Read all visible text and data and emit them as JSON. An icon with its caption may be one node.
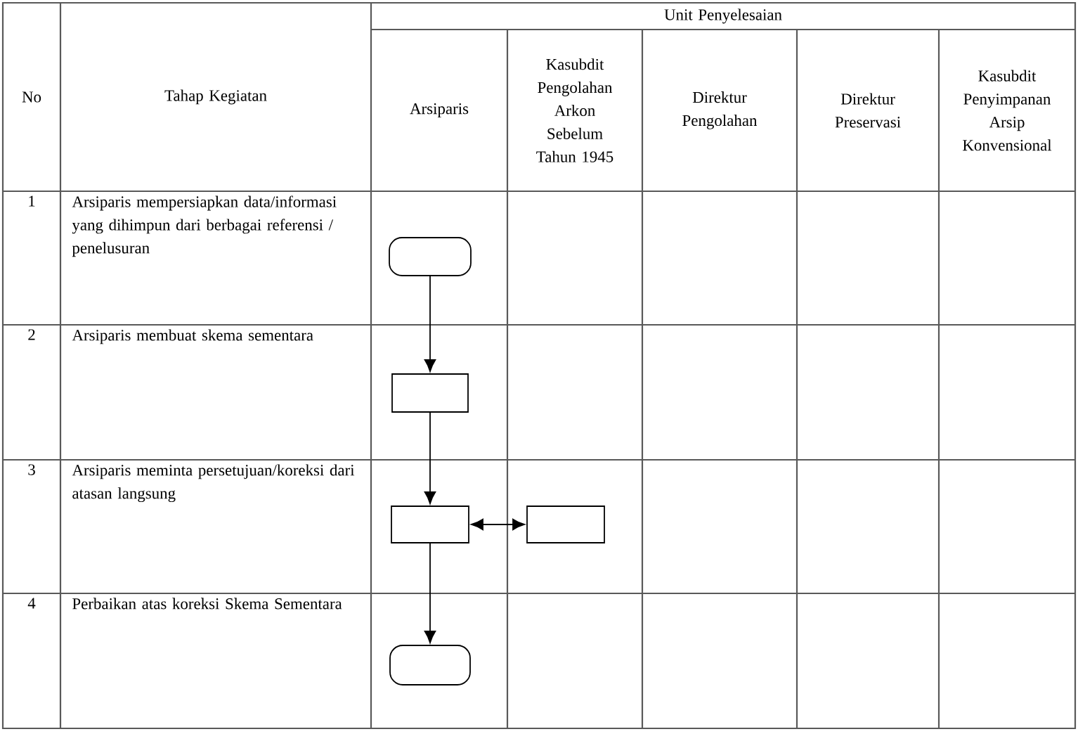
{
  "diagram": {
    "nodes": [
      {
        "text": [],
        "shape": "capsule"
      },
      {
        "text": [],
        "shape": "box"
      },
      {
        "text": [],
        "shape": "box"
      },
      {
        "text": [],
        "shape": "box"
      },
      {
        "text": [],
        "shape": "capsule"
      }
    ],
    "edges": [
      {
        "from": 0,
        "to": 1,
        "arrow": "to"
      },
      {
        "from": 1,
        "to": 2,
        "arrow": "to"
      },
      {
        "from": 2,
        "to": 3,
        "arrow": "both"
      },
      {
        "from": 2,
        "to": 4,
        "arrow": "to"
      }
    ],
    "labels": [
      "No",
      "Tahap Kegiatan",
      "Unit Penyelesaian",
      "Arsiparis",
      "Kasubdit Pengolahan Arkon Sebelum Tahun 1945",
      "Direktur Pengolahan",
      "Direktur Preservasi",
      "Kasubdit Penyimpanan Arsip Konvensional",
      "1",
      "Arsiparis mempersiapkan data/informasi yang dihimpun dari berbagai referensi / penelusuran",
      "2",
      "Arsiparis membuat skema sementara",
      "3",
      "Arsiparis meminta persetujuan/koreksi dari atasan langsung",
      "4",
      "Perbaikan atas koreksi Skema Sementara"
    ]
  }
}
